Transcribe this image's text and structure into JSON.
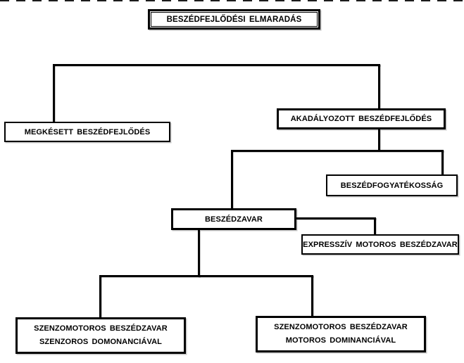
{
  "diagram": {
    "title": "BESZÉDFEJLŐDÉSI ELMARADÁS",
    "nodes": {
      "megkesett": "MEGKÉSETT BESZÉDFEJLŐDÉS",
      "akadalyozott": "AKADÁLYOZOTT BESZÉDFEJLŐDÉS",
      "beszedfogyatekossag": "BESZÉDFOGYATÉKOSSÁG",
      "beszedzavar": "BESZÉDZAVAR",
      "expressziv_motoros": "EXPRESSZÍV MOTOROS BESZÉDZAVAR",
      "szenzomotoros_szenzoros": {
        "line1": "SZENZOMOTOROS BESZÉDZAVAR",
        "line2": "SZENZOROS DOMONANCIÁVAL"
      },
      "szenzomotoros_motoros": {
        "line1": "SZENZOMOTOROS BESZÉDZAVAR",
        "line2": "MOTOROS DOMINANCIÁVAL"
      }
    },
    "colors": {
      "line": "#000000",
      "text": "#000000",
      "background": "#ffffff"
    }
  }
}
